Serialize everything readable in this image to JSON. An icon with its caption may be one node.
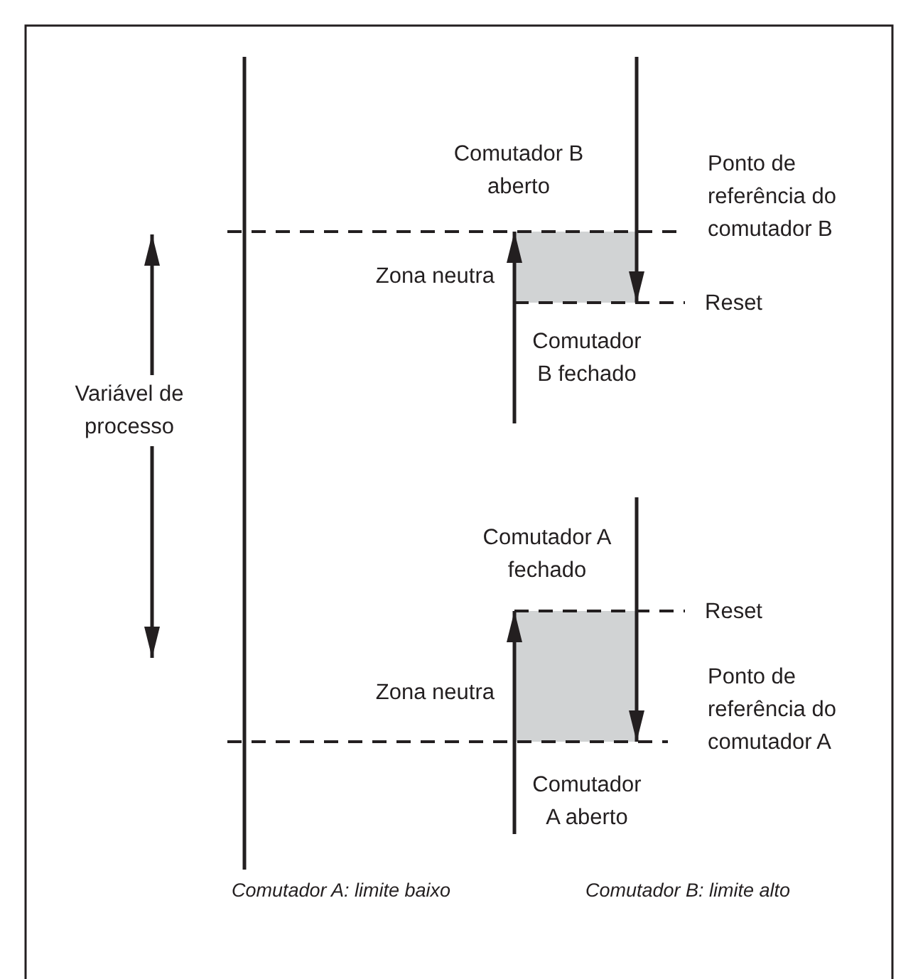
{
  "diagram": {
    "nodes": [
      {
        "text": [],
        "shape": "box"
      },
      {
        "text": [],
        "shape": "box"
      }
    ],
    "labels": [
      "Comutador B aberto",
      "Ponto de referência do comutador B",
      "Zona neutra",
      "Reset",
      "Comutador B fechado",
      "Variável de processo",
      "Comutador A fechado",
      "Reset",
      "Zona neutra",
      "Ponto de referência do comutador A",
      "Comutador A aberto",
      "Comutador A: limite baixo",
      "Comutador B: limite alto"
    ]
  }
}
